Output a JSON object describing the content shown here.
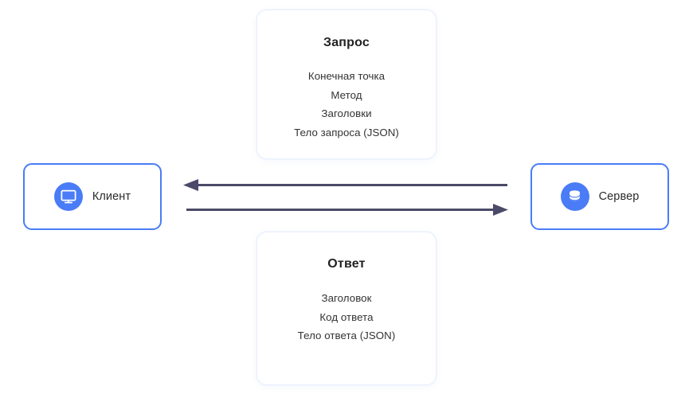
{
  "diagram": {
    "title": "Client-Server HTTP request/response diagram",
    "colors": {
      "node_border": "#4a7cf7",
      "icon_circle": "#4a7cf7",
      "arrow": "#4b4a68",
      "card_border": "#eaf0fd",
      "background": "#ffffff",
      "text": "#333333"
    },
    "nodes": [
      {
        "id": "client",
        "label": "Клиент",
        "icon": "monitor-icon"
      },
      {
        "id": "server",
        "label": "Сервер",
        "icon": "database-icon"
      }
    ],
    "cards": [
      {
        "id": "request",
        "title": "Запрос",
        "items": [
          "Конечная точка",
          "Метод",
          "Заголовки",
          "Тело запроса (JSON)"
        ]
      },
      {
        "id": "response",
        "title": "Ответ",
        "items": [
          "Заголовок",
          "Код ответа",
          "Тело ответа (JSON)"
        ]
      }
    ],
    "arrows": [
      {
        "id": "response-arrow",
        "direction": "left",
        "from": "server",
        "to": "client"
      },
      {
        "id": "request-arrow",
        "direction": "right",
        "from": "client",
        "to": "server"
      }
    ]
  }
}
